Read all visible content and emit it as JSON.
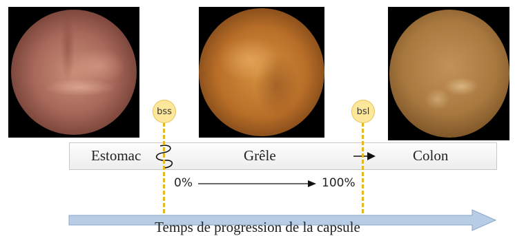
{
  "segments": {
    "stomach": "Estomac",
    "small_intestine": "Grêle",
    "colon": "Colon"
  },
  "markers": {
    "first": "bss",
    "second": "bsl"
  },
  "progress": {
    "start": "0%",
    "end": "100%"
  },
  "time_axis_label": "Temps de progression de la capsule",
  "colors": {
    "marker_fill": "#fde79a",
    "marker_line": "#e6b820",
    "time_arrow": "#b7cde6"
  }
}
